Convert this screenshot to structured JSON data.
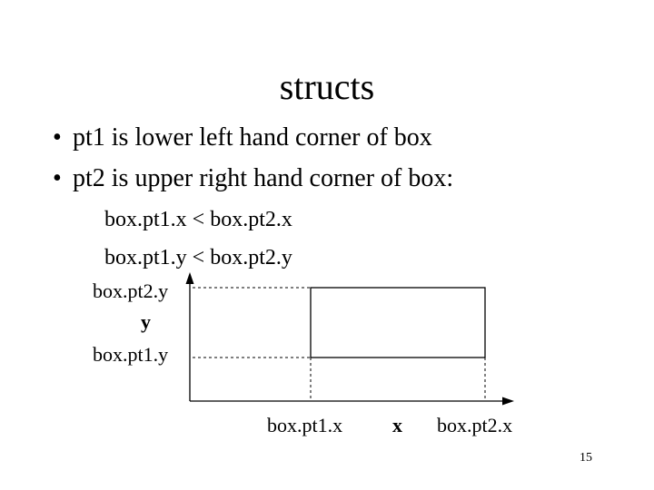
{
  "slide": {
    "title": "structs",
    "bullets": [
      "pt1 is lower left hand corner of box",
      "pt2 is upper right hand corner of box:"
    ],
    "sub_lines": [
      "box.pt1.x < box.pt2.x",
      "box.pt1.y < box.pt2.y"
    ],
    "bullet_glyph": "•",
    "page_number": "15"
  },
  "diagram": {
    "y_labels": {
      "top": "box.pt2.y",
      "axis": "y",
      "bottom": "box.pt1.y"
    },
    "x_labels": {
      "left": "box.pt1.x",
      "axis": "x",
      "right": "box.pt2.x"
    },
    "colors": {
      "line": "#000000",
      "background": "#ffffff"
    }
  }
}
